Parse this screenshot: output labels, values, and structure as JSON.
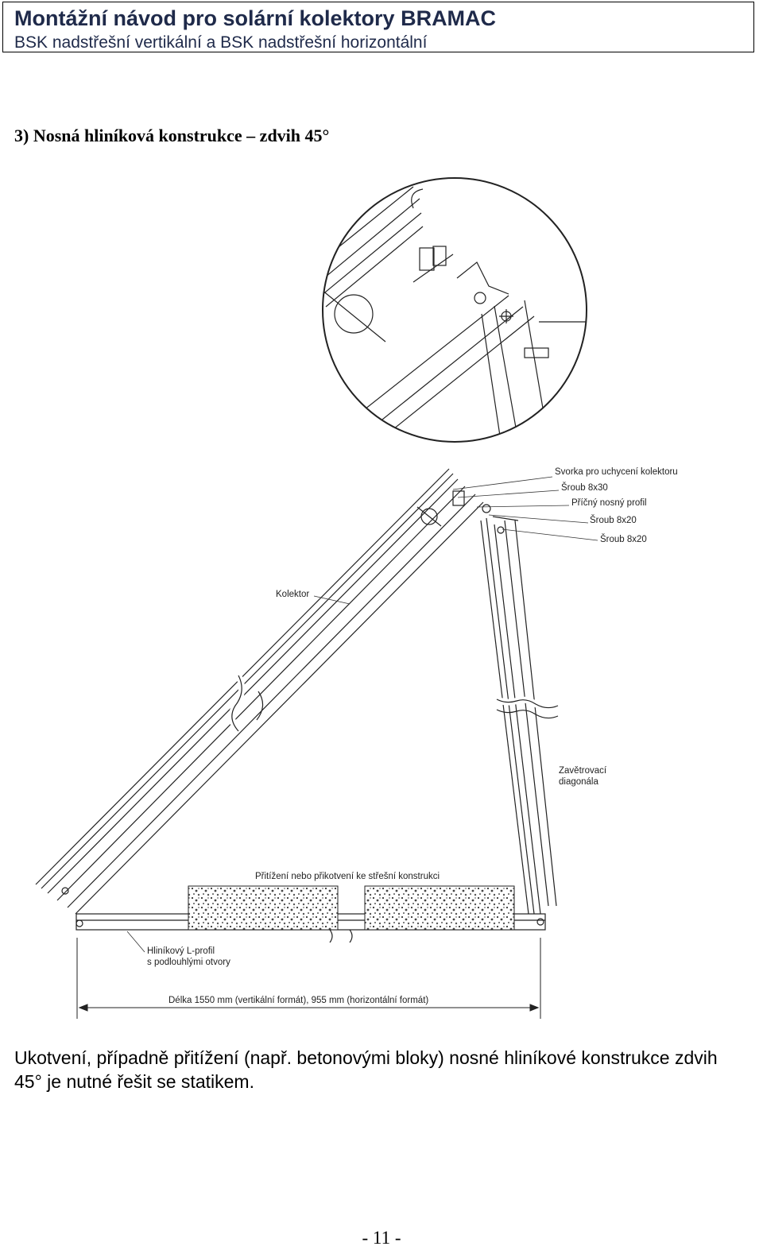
{
  "header": {
    "title": "Montážní návod pro solární kolektory BRAMAC",
    "subtitle": "BSK nadstřešní vertikální a BSK nadstřešní horizontální"
  },
  "section": {
    "heading": "3) Nosná hliníková konstrukce – zdvih 45°"
  },
  "drawing": {
    "labels": {
      "clamp": "Svorka pro uchycení kolektoru",
      "bolt_8x30": "Šroub 8x30",
      "cross_profile": "Příčný nosný profil",
      "bolt_8x20_a": "Šroub 8x20",
      "bolt_8x20_b": "Šroub 8x20",
      "collector": "Kolektor",
      "diagonal_line1": "Zavětrovací",
      "diagonal_line2": "diagonála",
      "ballast": "Přitížení nebo přikotvení ke střešní konstrukci",
      "lprofile_line1": "Hliníkový L-profil",
      "lprofile_line2": "s podlouhlými otvory",
      "length": "Délka 1550 mm (vertikální formát), 955 mm (horizontální formát)"
    }
  },
  "note": {
    "text": "Ukotvení, případně přitížení (např. betonovými bloky) nosné hliníkové konstrukce zdvih 45° je nutné řešit se statikem."
  },
  "footer": {
    "page_number": "- 11 -"
  }
}
